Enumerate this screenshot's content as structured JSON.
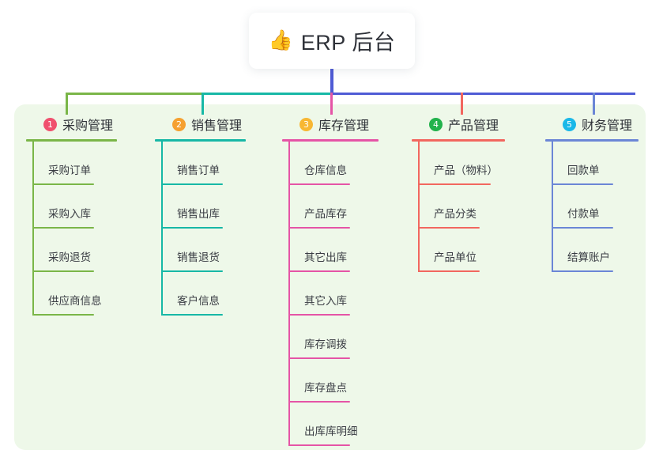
{
  "root": {
    "icon": "thumbs-up-icon",
    "icon_glyph": "👍",
    "title": "ERP 后台"
  },
  "palette": {
    "page_bg": "#ffffff",
    "panel_bg": "#eef8e9",
    "root_bg": "#ffffff",
    "root_text": "#2e3138",
    "bus_left_green": "#7ab648",
    "bus_teal": "#17b8a6",
    "bus_indigo": "#4f5bd5",
    "stem_indigo": "#4f5bd5"
  },
  "columns": [
    {
      "index": "1",
      "badge_color": "#f0506e",
      "line_color": "#7ab648",
      "title": "采购管理",
      "items": [
        "采购订单",
        "采购入库",
        "采购退货",
        "供应商信息"
      ]
    },
    {
      "index": "2",
      "badge_color": "#f5a030",
      "line_color": "#17b8a6",
      "title": "销售管理",
      "items": [
        "销售订单",
        "销售出库",
        "销售退货",
        "客户信息"
      ]
    },
    {
      "index": "3",
      "badge_color": "#f7b733",
      "line_color": "#e554a6",
      "title": "库存管理",
      "items": [
        "仓库信息",
        "产品库存",
        "其它出库",
        "其它入库",
        "库存调拨",
        "库存盘点",
        "出库库明细"
      ]
    },
    {
      "index": "4",
      "badge_color": "#22b24c",
      "line_color": "#f2675f",
      "title": "产品管理",
      "items": [
        "产品（物料）",
        "产品分类",
        "产品单位"
      ]
    },
    {
      "index": "5",
      "badge_color": "#1ab8e8",
      "line_color": "#6b86d6",
      "title": "财务管理",
      "items": [
        "回款单",
        "付款单",
        "结算账户"
      ]
    }
  ]
}
